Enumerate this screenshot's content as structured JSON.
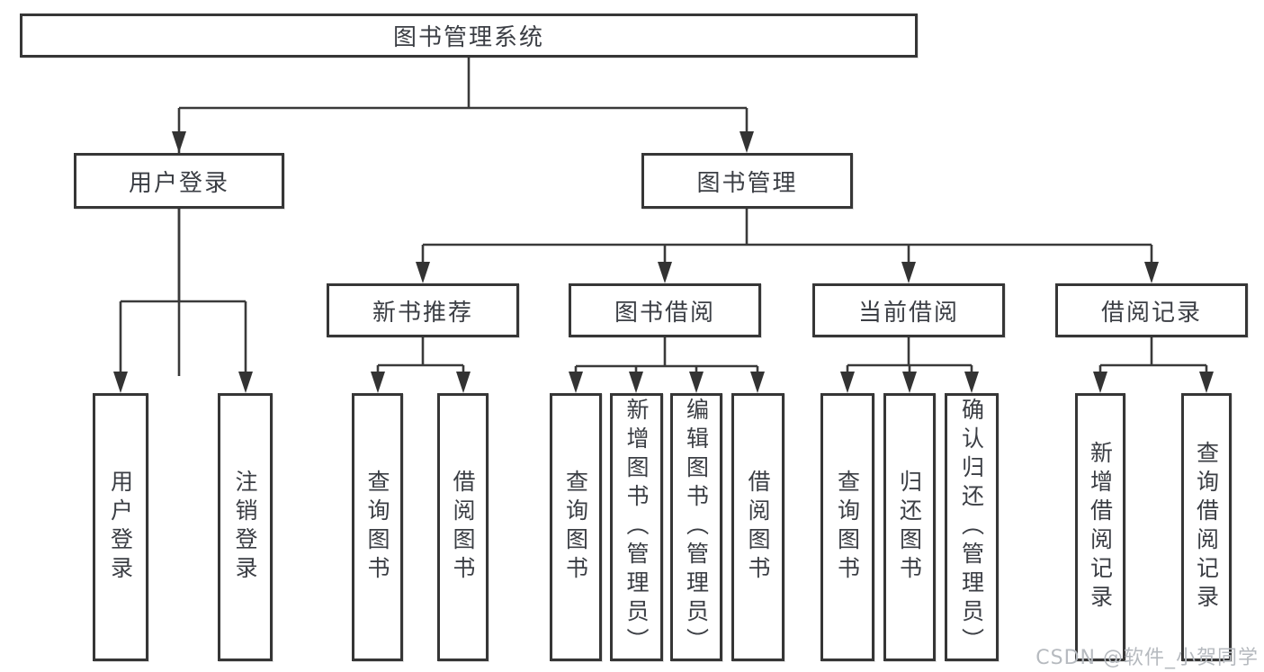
{
  "tree": {
    "label": "图书管理系统",
    "children": [
      {
        "label": "用户登录",
        "children": [
          {
            "label": "用户登录"
          },
          {
            "label": "注销登录"
          }
        ]
      },
      {
        "label": "图书管理",
        "children": [
          {
            "label": "新书推荐",
            "children": [
              {
                "label": "查询图书"
              },
              {
                "label": "借阅图书"
              }
            ]
          },
          {
            "label": "图书借阅",
            "children": [
              {
                "label": "查询图书"
              },
              {
                "label": "新增图书（管理员）"
              },
              {
                "label": "编辑图书（管理员）"
              },
              {
                "label": "借阅图书"
              }
            ]
          },
          {
            "label": "当前借阅",
            "children": [
              {
                "label": "查询图书"
              },
              {
                "label": "归还图书"
              },
              {
                "label": "确认归还（管理员）"
              }
            ]
          },
          {
            "label": "借阅记录",
            "children": [
              {
                "label": "新增借阅记录"
              },
              {
                "label": "查询借阅记录"
              }
            ]
          }
        ]
      }
    ]
  },
  "watermark": {
    "text": "CSDN @软件_小贺同学"
  },
  "colors": {
    "line": "#3a3a3a",
    "box_border": "#363636",
    "box_background": "#ffffff",
    "text": "#3b3e44",
    "watermark": "#b6babf"
  }
}
